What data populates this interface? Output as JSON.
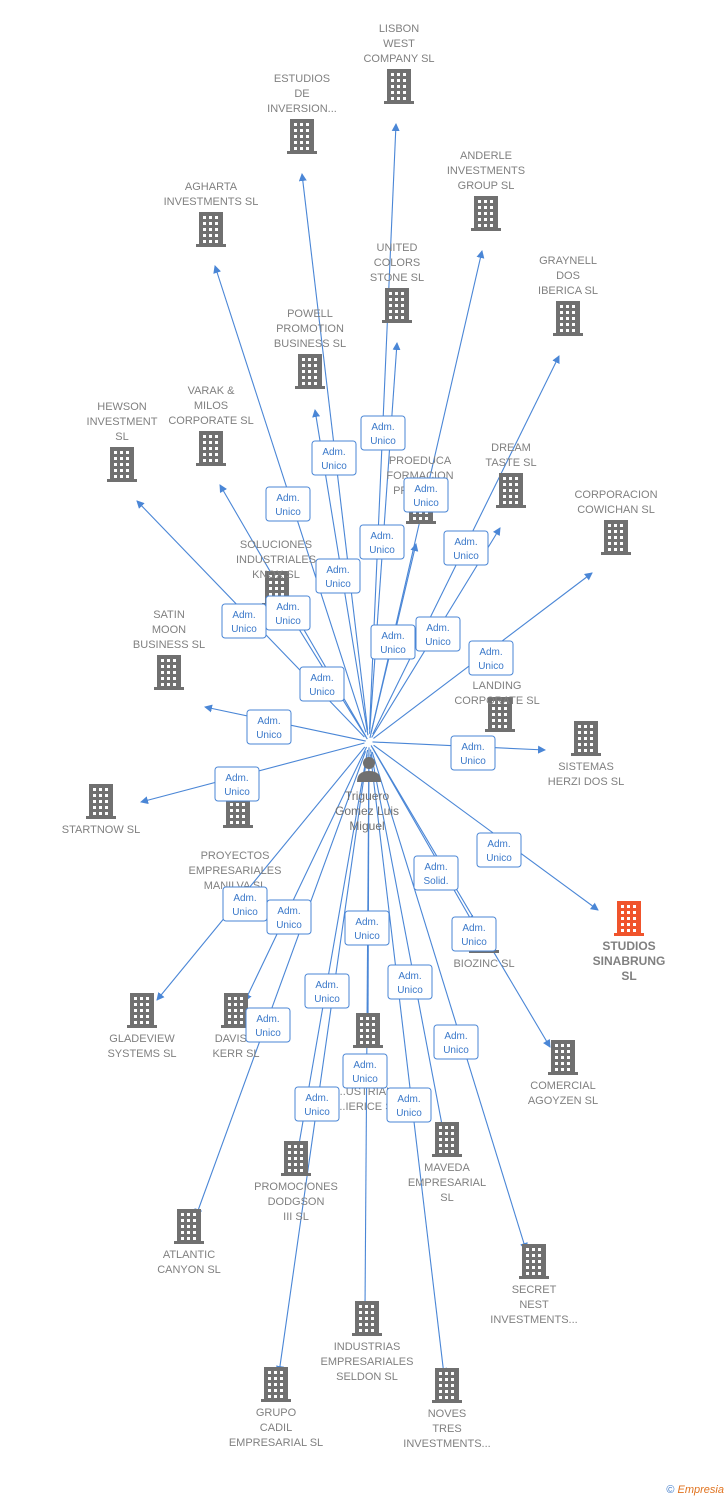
{
  "person": {
    "name_lines": [
      "Triguero",
      "Gomez Luis",
      "Miguel"
    ],
    "icon": "person-icon"
  },
  "colors": {
    "edge": "#4a86d6",
    "node": "#707070",
    "highlight": "#f0542c",
    "label": "#808080"
  },
  "footer": {
    "copyright": "©",
    "brand": "Empresia"
  },
  "nodes": [
    {
      "id": "lisbon",
      "lines": [
        "LISBON",
        "WEST",
        "COMPANY  SL"
      ]
    },
    {
      "id": "estudios",
      "lines": [
        "ESTUDIOS",
        "DE",
        "INVERSION..."
      ]
    },
    {
      "id": "anderle",
      "lines": [
        "ANDERLE",
        "INVESTMENTS",
        "GROUP SL"
      ]
    },
    {
      "id": "agharta",
      "lines": [
        "AGHARTA",
        "INVESTMENTS SL"
      ]
    },
    {
      "id": "united",
      "lines": [
        "UNITED",
        "COLORS",
        "STONE SL"
      ]
    },
    {
      "id": "graynell",
      "lines": [
        "GRAYNELL",
        "DOS",
        "IBERICA  SL"
      ]
    },
    {
      "id": "powell",
      "lines": [
        "POWELL",
        "PROMOTION",
        "BUSINESS  SL"
      ]
    },
    {
      "id": "varak",
      "lines": [
        "VARAK &",
        "MILOS",
        "CORPORATE SL"
      ]
    },
    {
      "id": "hewson",
      "lines": [
        "HEWSON",
        "INVESTMENT",
        "SL"
      ]
    },
    {
      "id": "proeduca",
      "lines": [
        "PROEDUCA",
        "FORMACION",
        "PROF...L..."
      ]
    },
    {
      "id": "dream",
      "lines": [
        "DREAM",
        "TASTE SL"
      ]
    },
    {
      "id": "corporacion",
      "lines": [
        "CORPORACION",
        "COWICHAN SL"
      ]
    },
    {
      "id": "soluciones",
      "lines": [
        "SOLUCIONES",
        "INDUSTRIALES",
        "KNOX SL"
      ]
    },
    {
      "id": "satin",
      "lines": [
        "SATIN",
        "MOON",
        "BUSINESS SL"
      ]
    },
    {
      "id": "landing",
      "lines": [
        "...RE",
        "LANDING",
        "CORPORATE SL"
      ]
    },
    {
      "id": "sistemas",
      "lines": [
        "SISTEMAS",
        "HERZI DOS SL"
      ]
    },
    {
      "id": "startnow",
      "lines": [
        "STARTNOW SL"
      ]
    },
    {
      "id": "proyectos",
      "lines": [
        "PROYECTOS",
        "EMPRESARIALES",
        "MANILVA SL"
      ]
    },
    {
      "id": "studios",
      "lines": [
        "STUDIOS",
        "SINABRUNG",
        "SL"
      ],
      "highlight": true
    },
    {
      "id": "biozinc",
      "lines": [
        "BIOZINC SL"
      ]
    },
    {
      "id": "gladeview",
      "lines": [
        "GLADEVIEW",
        "SYSTEMS  SL"
      ]
    },
    {
      "id": "davis",
      "lines": [
        "DAVIS &",
        "KERR SL"
      ]
    },
    {
      "id": "soluciones2",
      "lines": [
        "S...S",
        "...USTRIAL...",
        "...IERICE  S..."
      ]
    },
    {
      "id": "comercial",
      "lines": [
        "COMERCIAL",
        "AGOYZEN SL"
      ]
    },
    {
      "id": "maveda",
      "lines": [
        "MAVEDA",
        "EMPRESARIAL",
        "SL"
      ]
    },
    {
      "id": "promociones",
      "lines": [
        "PROMOCIONES",
        "DODGSON",
        "III SL"
      ]
    },
    {
      "id": "atlantic",
      "lines": [
        "ATLANTIC",
        "CANYON SL"
      ]
    },
    {
      "id": "secret",
      "lines": [
        "SECRET",
        "NEST",
        "INVESTMENTS..."
      ]
    },
    {
      "id": "industrias",
      "lines": [
        "INDUSTRIAS",
        "EMPRESARIALES",
        "SELDON SL"
      ]
    },
    {
      "id": "grupo",
      "lines": [
        "GRUPO",
        "CADIL",
        "EMPRESARIAL SL"
      ]
    },
    {
      "id": "noves",
      "lines": [
        "NOVES",
        "TRES",
        "INVESTMENTS..."
      ]
    }
  ],
  "relations": [
    {
      "to": "lisbon",
      "lines": [
        "Adm.",
        "Unico"
      ]
    },
    {
      "to": "estudios",
      "lines": [
        "Adm.",
        "Unico"
      ]
    },
    {
      "to": "anderle",
      "lines": [
        "Adm.",
        "Unico"
      ]
    },
    {
      "to": "agharta",
      "lines": [
        "Adm.",
        "Unico"
      ]
    },
    {
      "to": "united",
      "lines": [
        "Adm.",
        "Unico"
      ]
    },
    {
      "to": "graynell",
      "lines": [
        "Adm.",
        "Unico"
      ]
    },
    {
      "to": "powell",
      "lines": [
        "Adm.",
        "Unico"
      ]
    },
    {
      "to": "varak",
      "lines": [
        "Adm.",
        "Unico"
      ]
    },
    {
      "to": "hewson",
      "lines": [
        "Adm.",
        "Unico"
      ]
    },
    {
      "to": "proeduca",
      "lines": [
        "Adm.",
        "Unico"
      ]
    },
    {
      "to": "dream",
      "lines": [
        "Adm.",
        "Unico"
      ]
    },
    {
      "to": "corporacion",
      "lines": [
        "Adm.",
        "Unico"
      ]
    },
    {
      "to": "soluciones",
      "lines": [
        "Adm.",
        "Unico"
      ]
    },
    {
      "to": "satin",
      "lines": [
        "Adm.",
        "Unico"
      ]
    },
    {
      "to": "landing",
      "lines": [
        "Adm.",
        "Unico"
      ]
    },
    {
      "to": "sistemas",
      "lines": [
        "Adm.",
        "Unico"
      ]
    },
    {
      "to": "startnow",
      "lines": [
        "Adm.",
        "Unico"
      ]
    },
    {
      "to": "proyectos",
      "lines": [
        "Adm.",
        "Unico"
      ]
    },
    {
      "to": "studios",
      "lines": [
        "Adm.",
        "Unico"
      ]
    },
    {
      "to": "biozinc",
      "lines": [
        "Adm.",
        "Solid."
      ]
    },
    {
      "to": "comercial",
      "lines": [
        "Adm.",
        "Unico"
      ]
    },
    {
      "to": "gladeview",
      "lines": [
        "Adm.",
        "Unico"
      ]
    },
    {
      "to": "davis",
      "lines": [
        "Adm.",
        "Unico"
      ]
    },
    {
      "to": "soluciones2",
      "lines": [
        "Adm.",
        "Unico"
      ]
    },
    {
      "to": "maveda",
      "lines": [
        "Adm.",
        "Unico"
      ]
    },
    {
      "to": "promociones",
      "lines": [
        "Adm.",
        "Unico"
      ]
    },
    {
      "to": "atlantic",
      "lines": [
        "Adm.",
        "Unico"
      ]
    },
    {
      "to": "secret",
      "lines": [
        "Adm.",
        "Unico"
      ]
    },
    {
      "to": "industrias",
      "lines": [
        "Adm.",
        "Unico"
      ]
    },
    {
      "to": "grupo",
      "lines": [
        "Adm.",
        "Unico"
      ]
    },
    {
      "to": "noves",
      "lines": [
        "Adm.",
        "Unico"
      ]
    }
  ]
}
